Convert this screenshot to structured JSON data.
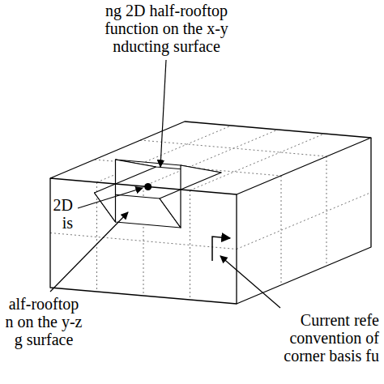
{
  "diagram": {
    "labels": [
      "ng 2D half-rooftop function on the x-y nducting surface",
      "2D is",
      "alf-rooftop n on the y-z g surface",
      "Current refe convention of corner basis fu"
    ]
  }
}
